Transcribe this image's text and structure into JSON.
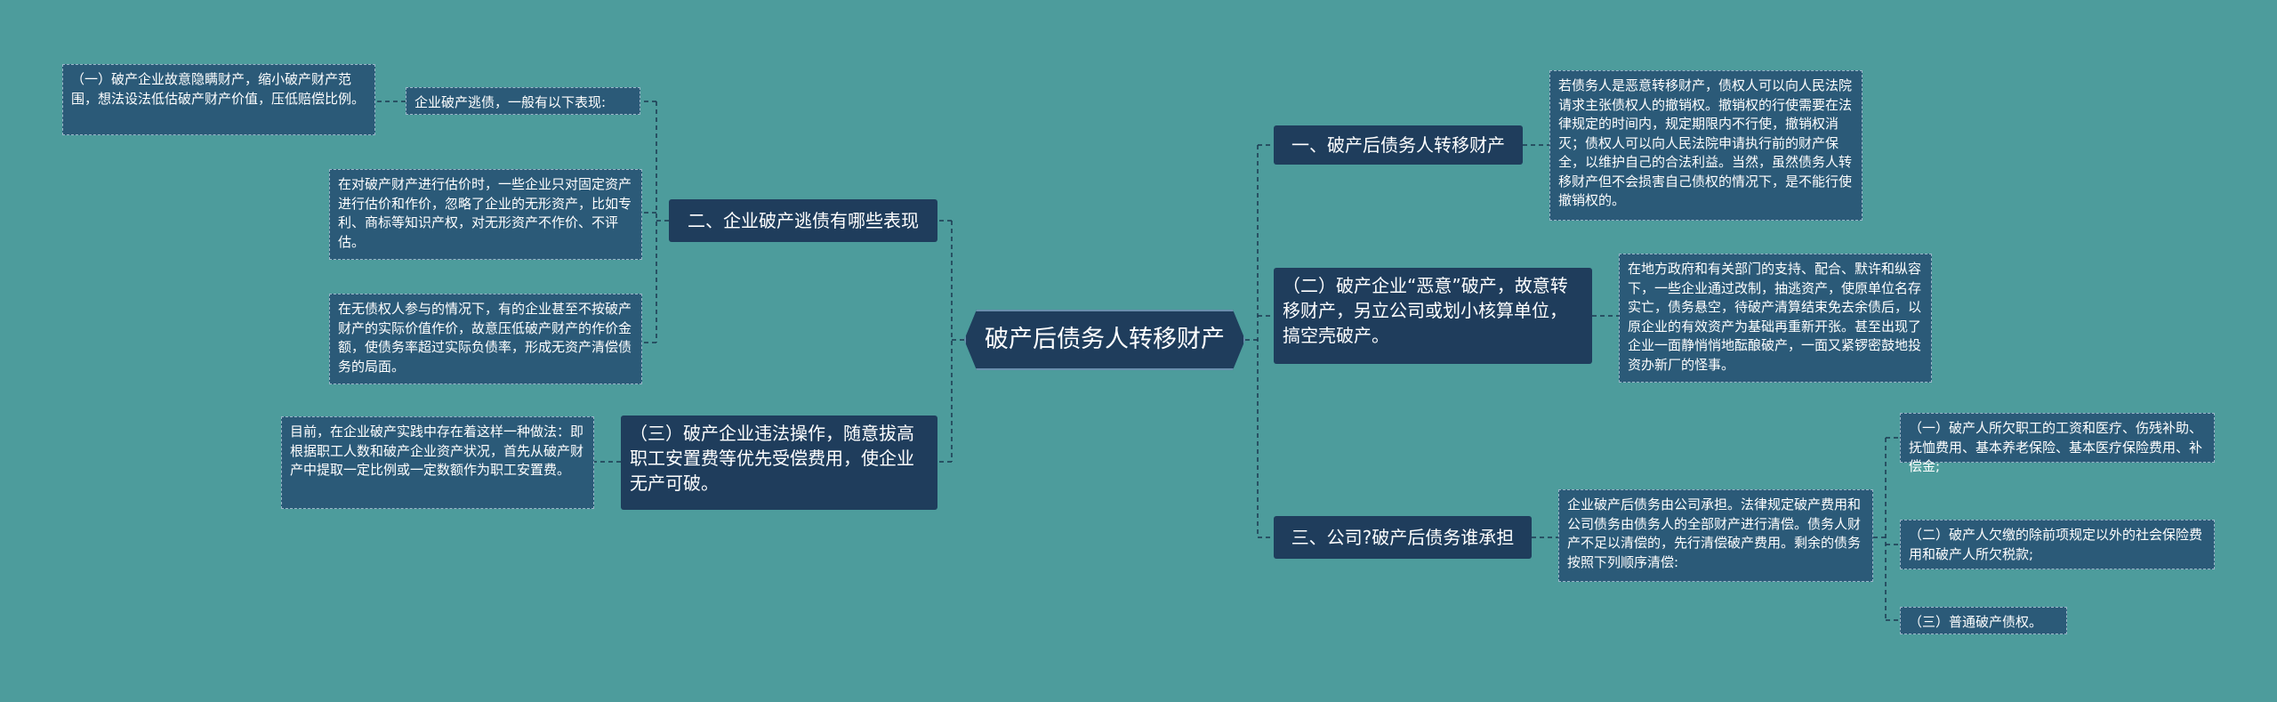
{
  "diagram": {
    "root": "破产后债务人转移财产",
    "right": [
      {
        "title": "一、破产后债务人转移财产",
        "details": [
          "若债务人是恶意转移财产，债权人可以向人民法院请求主张债权人的撤销权。撤销权的行使需要在法律规定的时间内，规定期限内不行使，撤销权消灭；债权人可以向人民法院申请执行前的财产保全，以维护自己的合法利益。当然，虽然债务人转移财产但不会损害自己债权的情况下，是不能行使撤销权的。"
        ]
      },
      {
        "title": "（二）破产企业“恶意”破产，故意转移财产，另立公司或划小核算单位，搞空壳破产。",
        "details": [
          "在地方政府和有关部门的支持、配合、默许和纵容下，一些企业通过改制，抽逃资产，使原单位名存实亡，债务悬空，待破产清算结束免去余债后，以原企业的有效资产为基础再重新开张。甚至出现了企业一面静悄悄地酝酿破产，一面又紧锣密鼓地投资办新厂的怪事。"
        ]
      },
      {
        "title": "三、公司?破产后债务谁承担",
        "details": [
          "企业破产后债务由公司承担。法律规定破产费用和公司债务由债务人的全部财产进行清偿。债务人财产不足以清偿的，先行清偿破产费用。剩余的债务按照下列顺序清偿:"
        ],
        "sub": [
          "（一）破产人所欠职工的工资和医疗、伤残补助、抚恤费用、基本养老保险、基本医疗保险费用、补偿金;",
          "（二）破产人欠缴的除前项规定以外的社会保险费用和破产人所欠税款;",
          "（三）普通破产债权。"
        ]
      }
    ],
    "left": [
      {
        "title": "二、企业破产逃债有哪些表现",
        "details": [
          "企业破产逃债，一般有以下表现:",
          "在对破产财产进行估价时，一些企业只对固定资产进行估价和作价，忽略了企业的无形资产，比如专利、商标等知识产权，对无形资产不作价、不评估。",
          "在无债权人参与的情况下，有的企业甚至不按破产财产的实际价值作价，故意压低破产财产的作价金额，使债务率超过实际负债率，形成无资产清偿债务的局面。"
        ],
        "sub": [
          "（一）破产企业故意隐瞒财产，缩小破产财产范围，想法设法低估破产财产价值，压低赔偿比例。"
        ]
      },
      {
        "title": "（三）破产企业违法操作，随意拔高职工安置费等优先受偿费用，使企业无产可破。",
        "details": [
          "目前，在企业破产实践中存在着这样一种做法：即根据职工人数和破产企业资产状况，首先从破产财产中提取一定比例或一定数额作为职工安置费。"
        ]
      }
    ]
  }
}
